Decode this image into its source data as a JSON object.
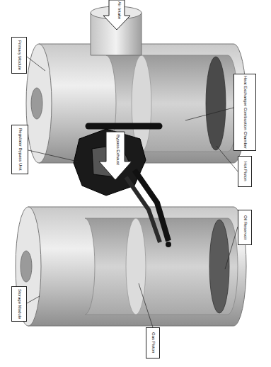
{
  "diagram": {
    "nodes": [
      {
        "text": [
          "Primary Module"
        ]
      },
      {
        "text": [
          "Regulator Bypass Unit"
        ]
      },
      {
        "text": [
          "Storage Module"
        ]
      },
      {
        "text": [
          "Heat Exchanger Combustion Chamber"
        ]
      },
      {
        "text": [
          "Hot Piston"
        ]
      },
      {
        "text": [
          "Oil Reservoir"
        ]
      },
      {
        "text": [
          "Gas Piston"
        ]
      }
    ],
    "labels": [
      "Air Intake",
      "Bypass Exhaust"
    ]
  }
}
